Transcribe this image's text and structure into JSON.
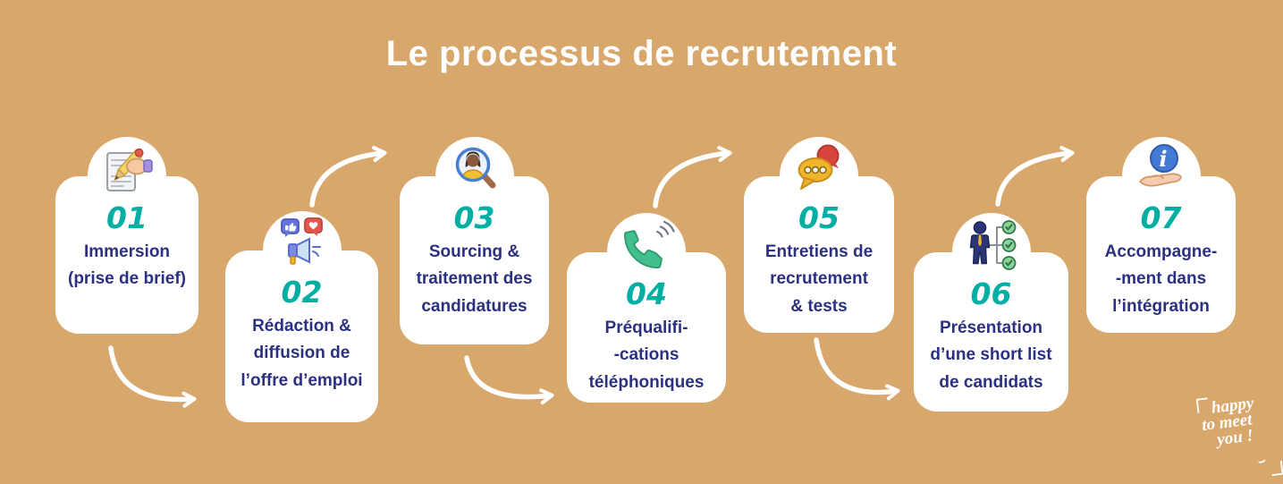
{
  "title": "Le processus de recrutement",
  "colors": {
    "background": "#D8A76B",
    "card": "#FFFFFF",
    "step_number": "#00AEA4",
    "step_text": "#2B3080",
    "arrow": "#FFFFFF",
    "title_text": "#FFFFFF"
  },
  "steps": [
    {
      "number": "01",
      "icon": "writing-hand-icon",
      "lines": [
        "Immersion",
        "(prise de brief)"
      ]
    },
    {
      "number": "02",
      "icon": "megaphone-likes-icon",
      "lines": [
        "Rédaction &",
        "diffusion de",
        "l’offre d’emploi"
      ]
    },
    {
      "number": "03",
      "icon": "candidate-search-icon",
      "lines": [
        "Sourcing &",
        "traitement des",
        "candidatures"
      ]
    },
    {
      "number": "04",
      "icon": "phone-icon",
      "lines": [
        "Préqualifi-",
        "-cations",
        "téléphoniques"
      ]
    },
    {
      "number": "05",
      "icon": "chat-bubbles-icon",
      "lines": [
        "Entretiens de",
        "recrutement",
        "& tests"
      ]
    },
    {
      "number": "06",
      "icon": "shortlist-icon",
      "lines": [
        "Présentation",
        "d’une short list",
        "de candidats"
      ]
    },
    {
      "number": "07",
      "icon": "info-hand-icon",
      "lines": [
        "Accompagne-",
        "-ment dans",
        "l’intégration"
      ]
    }
  ],
  "logo": {
    "lines": [
      "happy",
      "to meet",
      "you !"
    ]
  }
}
